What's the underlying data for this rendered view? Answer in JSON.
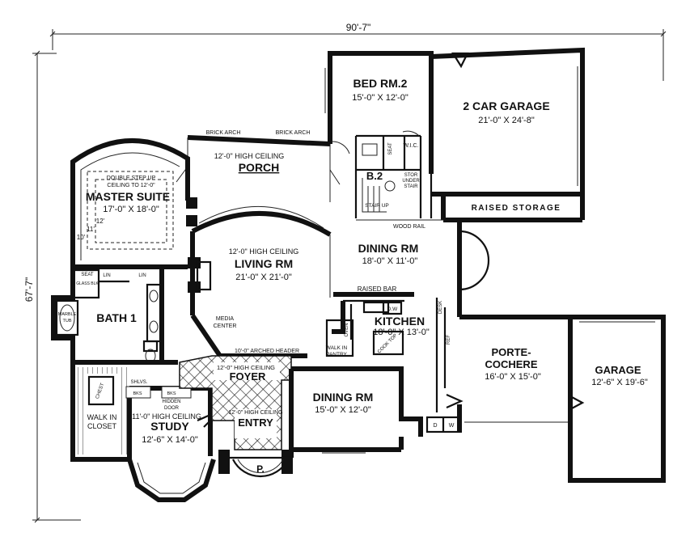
{
  "plan": {
    "overall_width": "90'-7\"",
    "overall_depth": "67'-7\"",
    "rooms": {
      "bed_rm_2": {
        "name": "BED RM.2",
        "size": "15'-0\" X 12'-0\""
      },
      "garage_2car": {
        "name": "2 CAR GARAGE",
        "size": "21'-0\" X 24'-8\""
      },
      "raised_storage": {
        "name": "RAISED STORAGE"
      },
      "porch": {
        "ceiling": "12'-0\" HIGH CEILING",
        "name": "PORCH"
      },
      "master_suite": {
        "name": "MASTER SUITE",
        "size": "17'-0\" X 18'-0\"",
        "ceiling_note_1": "DOUBLE STEP UP",
        "ceiling_note_2": "CEILING TO 12'-0\""
      },
      "living_rm": {
        "ceiling": "12'-0\" HIGH CEILING",
        "name": "LIVING RM",
        "size": "21'-0\" X 21'-0\""
      },
      "dining_rm_upper": {
        "name": "DINING RM",
        "size": "18'-0\" X 11'-0\""
      },
      "kitchen": {
        "name": "KITCHEN",
        "size": "18'-0\" X 13'-0\""
      },
      "bath_1": {
        "name": "BATH 1"
      },
      "porte_cochere": {
        "name_1": "PORTE-",
        "name_2": "COCHERE",
        "size": "16'-0\" X 15'-0\""
      },
      "garage": {
        "name": "GARAGE",
        "size": "12'-6\" X 19'-6\""
      },
      "foyer": {
        "ceiling": "12'-0\" HIGH CEILING",
        "name": "FOYER"
      },
      "dining_rm_lower": {
        "name": "DINING RM",
        "size": "15'-0\" X 12'-0\""
      },
      "entry": {
        "ceiling": "12'-0\" HIGH CEILING",
        "name": "ENTRY"
      },
      "study": {
        "ceiling": "11'-0\" HIGH CEILING",
        "name": "STUDY",
        "size": "12'-6\" X 14'-0\""
      },
      "walk_in_closet": {
        "name_1": "WALK IN",
        "name_2": "CLOSET"
      },
      "b2": {
        "name": "B.2"
      },
      "porch_p": {
        "name": "P."
      }
    },
    "labels": {
      "brick_arch_1": "BRICK ARCH",
      "brick_arch_2": "BRICK ARCH",
      "wood_rail": "WOOD RAIL",
      "raised_bar": "RAISED BAR",
      "media_center": "MEDIA",
      "media_center_2": "CENTER",
      "arched_header": "10'-0\" ARCHED HEADER",
      "walk_in_pantry_1": "WALK IN",
      "walk_in_pantry_2": "PANTRY",
      "oven": "OVEN",
      "cook_top": "COOK TOP",
      "desk": "DESK",
      "ref": "REF",
      "dw": "D.W",
      "d": "D",
      "w": "W",
      "wic": "W.I.C.",
      "stor_under_stair_1": "STOR",
      "stor_under_stair_2": "UNDER",
      "stor_under_stair_3": "STAIR",
      "stair_up": "STAIR UP",
      "seat_1": "SEAT",
      "seat_2": "SEAT",
      "lin_1": "LIN",
      "lin_2": "LIN",
      "glass_blk": "GLASS BLK",
      "marble_tub_1": "MARBLE",
      "marble_tub_2": "TUB",
      "shlvs": "SHLVS.",
      "hidden_door_1": "HIDDEN",
      "hidden_door_2": "DOOR",
      "bks_1": "BKS",
      "bks_2": "BKS",
      "chest": "CHEST",
      "m12": "12'",
      "m11": "11'",
      "m10": "10'"
    }
  }
}
